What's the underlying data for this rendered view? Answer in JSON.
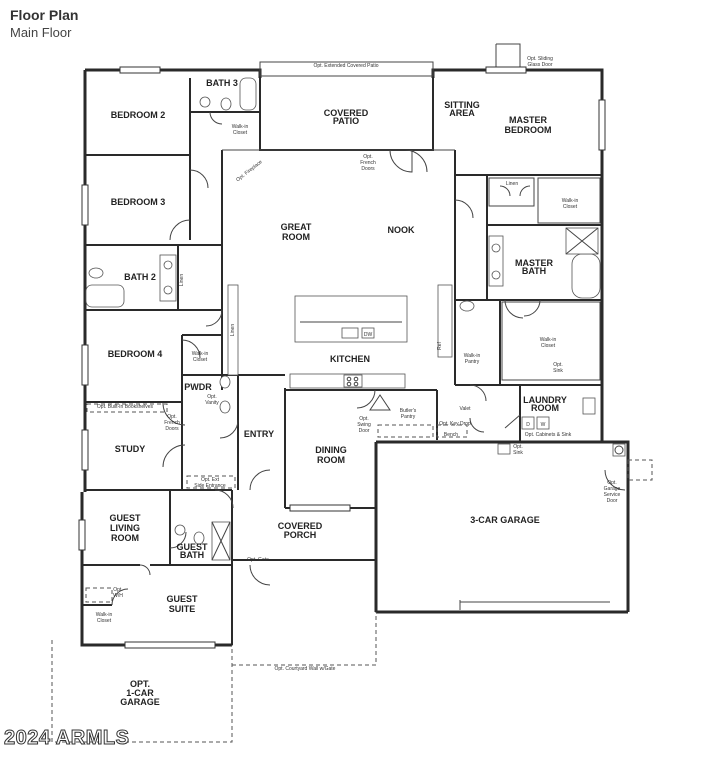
{
  "header": {
    "title": "Floor Plan",
    "subtitle": "Main Floor"
  },
  "rooms": {
    "bedroom2": "BEDROOM 2",
    "bath3": "BATH 3",
    "covered_patio": [
      "COVERED",
      "PATIO"
    ],
    "sitting_area": [
      "SITTING",
      "AREA"
    ],
    "master_bedroom": [
      "MASTER",
      "BEDROOM"
    ],
    "bedroom3": "BEDROOM 3",
    "great_room": [
      "GREAT",
      "ROOM"
    ],
    "nook": "NOOK",
    "master_bath": [
      "MASTER",
      "BATH"
    ],
    "bath2": "BATH 2",
    "bedroom4": "BEDROOM 4",
    "kitchen": "KITCHEN",
    "pwdr": "PWDR",
    "laundry_room": [
      "LAUNDRY",
      "ROOM"
    ],
    "study": "STUDY",
    "entry": "ENTRY",
    "dining_room": [
      "DINING",
      "ROOM"
    ],
    "garage": "3-CAR GARAGE",
    "guest_living_room": [
      "GUEST",
      "LIVING",
      "ROOM"
    ],
    "covered_porch": [
      "COVERED",
      "PORCH"
    ],
    "guest_bath": [
      "GUEST",
      "BATH"
    ],
    "guest_suite": [
      "GUEST",
      "SUITE"
    ],
    "opt_garage": [
      "OPT.",
      "1-CAR",
      "GARAGE"
    ]
  },
  "notes": {
    "ext_patio": "Opt. Extended Covered Patio",
    "sliding_door": [
      "Opt. Sliding",
      "Glass Door"
    ],
    "walkin_closet": [
      "Walk-in",
      "Closet"
    ],
    "fireplace": "Opt. Fireplace",
    "french_doors": [
      "Opt.",
      "French",
      "Doors"
    ],
    "linen": "Linen",
    "walkin_pantry": [
      "Walk-in",
      "Pantry"
    ],
    "opt_sink": [
      "Opt.",
      "Sink"
    ],
    "built_in_bookshelf": "Opt. Built-In Bookshelves",
    "butlers_pantry": [
      "Butler's",
      "Pantry"
    ],
    "valet": "Valet",
    "key_drop": "Opt. Key Drop",
    "bench": "Bench",
    "cabinets_sink": "Opt. Cabinets & Sink",
    "swing_door": [
      "Opt.",
      "Swing",
      "Door"
    ],
    "opt_vanity": [
      "Opt.",
      "Vanity"
    ],
    "side_entrance": [
      "Opt. Ext",
      "Side Entrance"
    ],
    "garage_service_door": [
      "Opt.",
      "Garage",
      "Service",
      "Door"
    ],
    "opt_gate": "Opt. Gate",
    "courtyard_wall": "Opt. Courtyard Wall w/Gate",
    "opt_wh": [
      "Opt.",
      "W/H"
    ],
    "ref": "Ref",
    "dw": "DW",
    "washer": "W",
    "dryer": "D"
  },
  "watermark": "2024 ARMLS"
}
